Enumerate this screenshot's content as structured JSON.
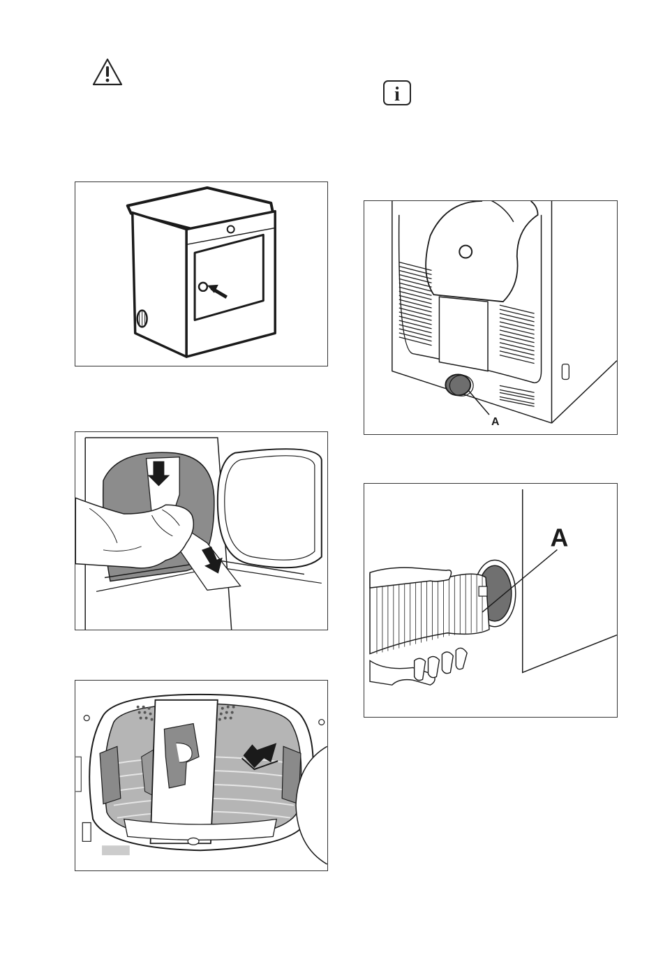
{
  "page": {
    "background": "#ffffff",
    "line_color": "#1a1a1a"
  },
  "icons": {
    "warning": "warning-triangle-icon",
    "info": "info-icon",
    "info_glyph": "i"
  },
  "figures": {
    "fig_dryer_front": {
      "description_icon": "dryer-front-with-arrow"
    },
    "fig_back_panel": {
      "callout": "A"
    },
    "fig_remove_packaging": {
      "description_icon": "hand-pulling-polystyrene"
    },
    "fig_drum_interior": {
      "description_icon": "drum-with-packaging-insert"
    },
    "fig_hose_connect": {
      "callout": "A"
    }
  }
}
